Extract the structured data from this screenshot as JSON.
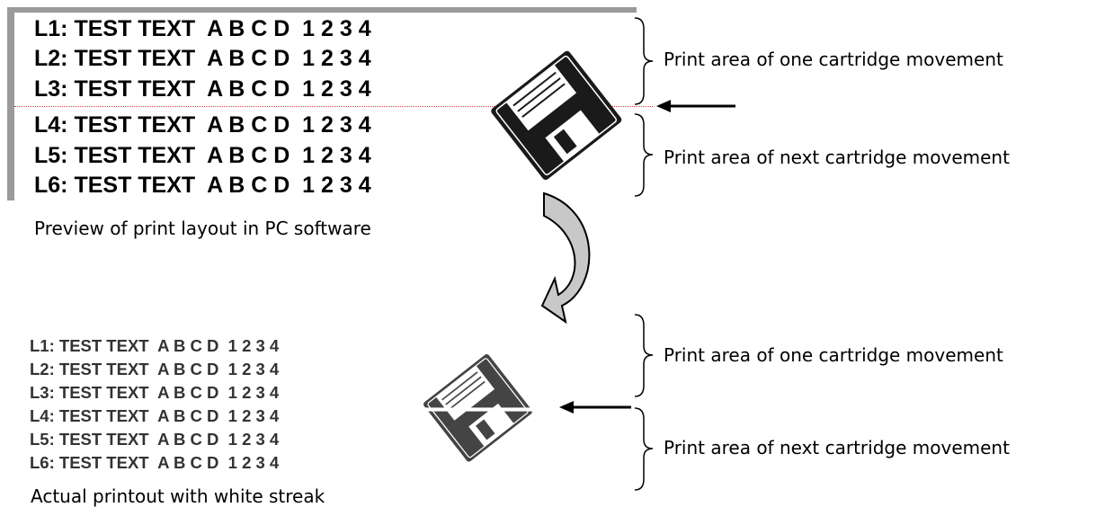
{
  "preview": {
    "lines": [
      "L1: TEST TEXT  A B C D  1 2 3 4",
      "L2: TEST TEXT  A B C D  1 2 3 4",
      "L3: TEST TEXT  A B C D  1 2 3 4",
      "L4: TEST TEXT  A B C D  1 2 3 4",
      "L5: TEST TEXT  A B C D  1 2 3 4",
      "L6: TEST TEXT  A B C D  1 2 3 4"
    ],
    "caption": "Preview of print layout in PC software",
    "annotation_top": "Print area of one cartridge movement",
    "annotation_bottom": "Print area of next cartridge movement"
  },
  "actual": {
    "lines": [
      "L1: TEST TEXT  A B C D  1 2 3 4",
      "L2: TEST TEXT  A B C D  1 2 3 4",
      "L3: TEST TEXT  A B C D  1 2 3 4",
      "L4: TEST TEXT  A B C D  1 2 3 4",
      "L5: TEST TEXT  A B C D  1 2 3 4",
      "L6: TEST TEXT  A B C D  1 2 3 4"
    ],
    "caption": "Actual printout with white streak",
    "annotation_top": "Print area of one cartridge movement",
    "annotation_bottom": "Print area of next cartridge movement"
  },
  "colors": {
    "frame": "#9a9a9a",
    "separator": "#d23b3b",
    "curved_arrow_fill": "#c8c8c8"
  },
  "icons": [
    "floppy-disk-icon",
    "left-arrow-icon",
    "curved-down-arrow-icon",
    "right-brace-icon"
  ]
}
